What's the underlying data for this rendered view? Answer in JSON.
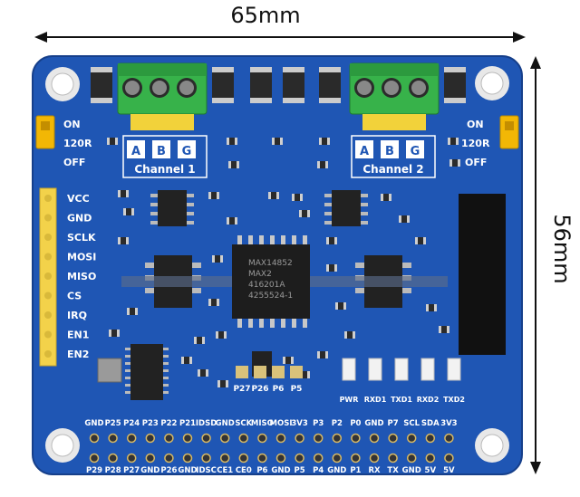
{
  "dimensions": {
    "width_label": "65mm",
    "height_label": "56mm"
  },
  "board": {
    "colors": {
      "pcb": "#1f56b4",
      "pcb_dark": "#163f8a",
      "silk": "#ffffff",
      "terminal": "#37b24a",
      "jumper": "#f2b705",
      "header": "#f3d24a",
      "pad": "#d9c27a"
    },
    "channels": [
      {
        "label": "Channel 1",
        "pins": [
          "A",
          "B",
          "G"
        ]
      },
      {
        "label": "Channel 2",
        "pins": [
          "A",
          "B",
          "G"
        ]
      }
    ],
    "jumper_labels": [
      "ON",
      "120R",
      "OFF"
    ],
    "left_header": [
      "VCC",
      "GND",
      "SCLK",
      "MOSI",
      "MISO",
      "CS",
      "IRQ",
      "EN1",
      "EN2"
    ],
    "small_pads": [
      "P27",
      "P26",
      "P6",
      "P5"
    ],
    "leds": [
      "PWR",
      "RXD1",
      "TXD1",
      "RXD2",
      "TXD2"
    ],
    "gpio_top": [
      "GND",
      "P25",
      "P24",
      "P23",
      "P22",
      "P21",
      "IDSD",
      "GND",
      "SCK",
      "MISO",
      "MOSI",
      "3V3",
      "P3",
      "P2",
      "P0",
      "GND",
      "P7",
      "SCL",
      "SDA",
      "3V3"
    ],
    "gpio_bottom": [
      "P29",
      "P28",
      "P27",
      "GND",
      "P26",
      "GND",
      "IDSC",
      "CE1",
      "CE0",
      "P6",
      "GND",
      "P5",
      "P4",
      "GND",
      "P1",
      "RX",
      "TX",
      "GND",
      "5V",
      "5V"
    ],
    "main_chip_lines": [
      "MAX14852",
      "MAX2",
      "416201A",
      "4255524-1"
    ]
  }
}
